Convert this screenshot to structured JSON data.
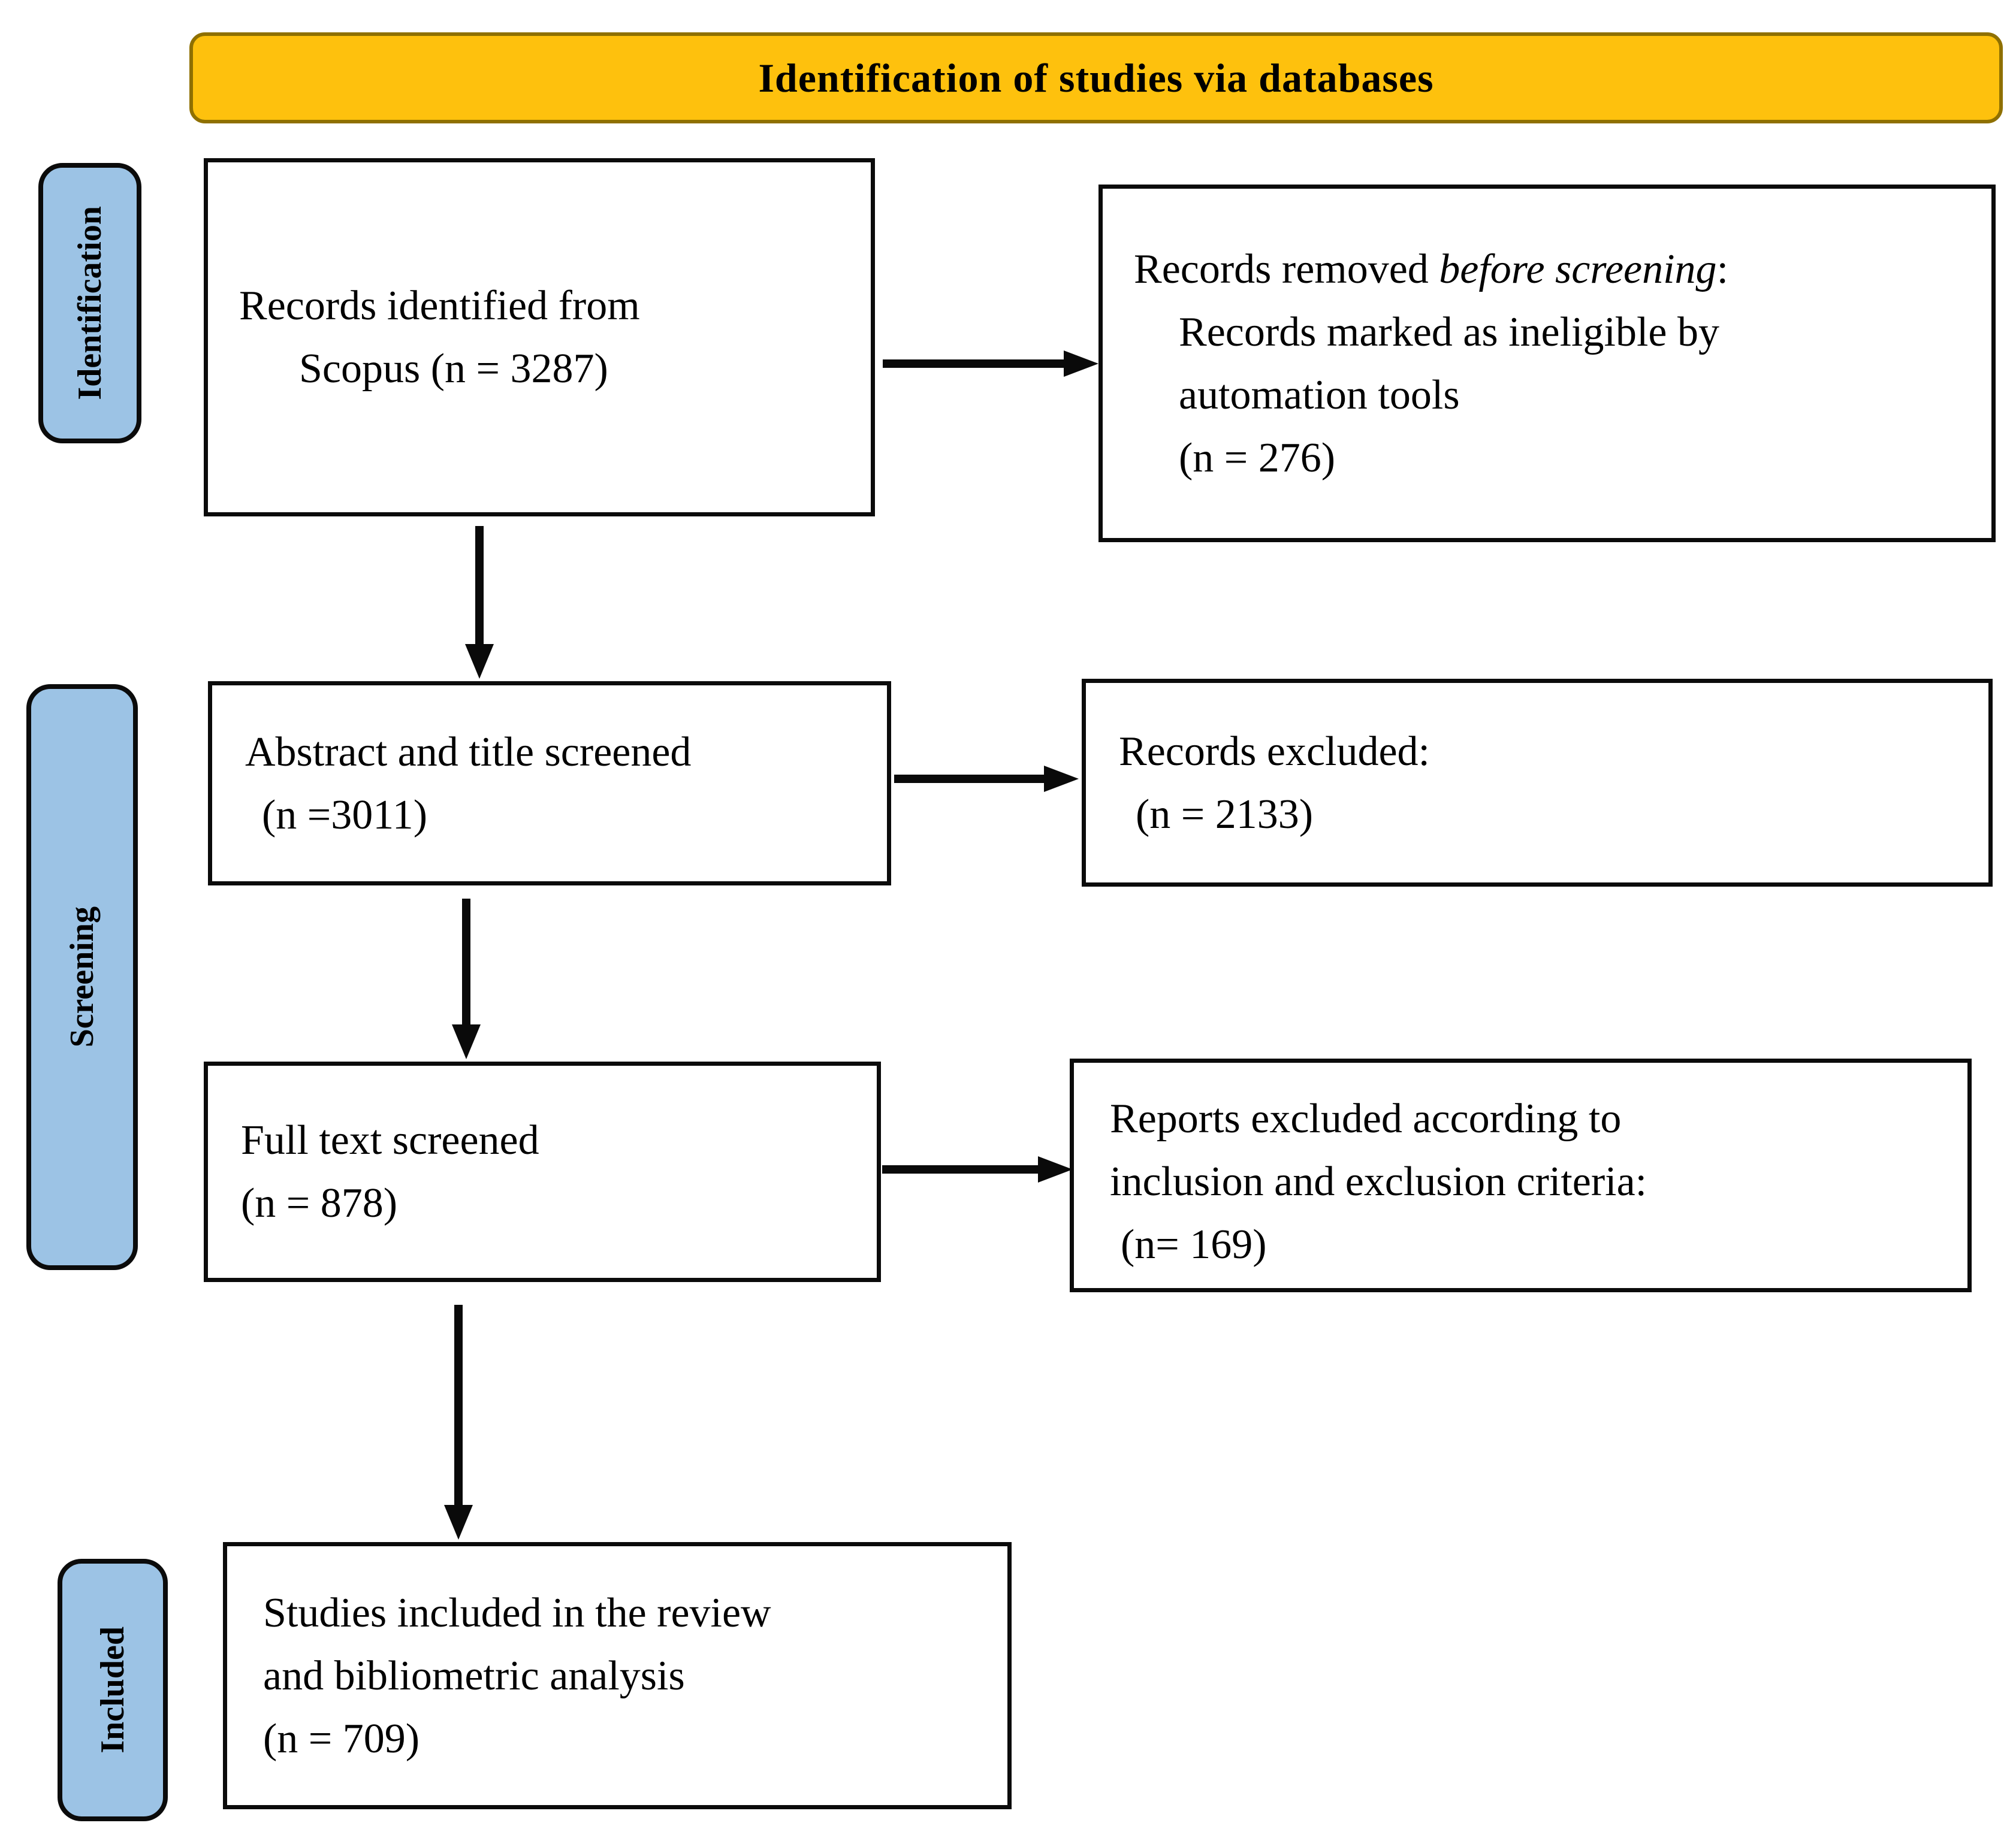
{
  "banner": {
    "title": "Identification of studies via databases"
  },
  "colors": {
    "banner_fill": "#FEC10D",
    "banner_border": "#8F7000",
    "stage_fill": "#9CC3E5",
    "line_color": "#0B0B0B"
  },
  "stages": {
    "identification": "Identification",
    "screening": "Screening",
    "included": "Included"
  },
  "boxes": {
    "identified": {
      "line1": "Records identified from",
      "line2": "Scopus (n = 3287)"
    },
    "removed": {
      "line1_prefix": "Records removed ",
      "line1_italic": "before screening",
      "line1_suffix": ":",
      "line2": "Records marked as ineligible by",
      "line3": "automation tools",
      "line4": "(n = 276)"
    },
    "abstract_screened": {
      "line1": "Abstract and title screened",
      "line2": "(n =3011)"
    },
    "records_excluded": {
      "line1": "Records excluded:",
      "line2": "(n = 2133)"
    },
    "fulltext_screened": {
      "line1": "Full text screened",
      "line2": "(n = 878)"
    },
    "reports_excluded": {
      "line1": "Reports excluded according to",
      "line2": "inclusion and exclusion criteria:",
      "line3": "(n= 169)"
    },
    "studies_included": {
      "line1": "Studies included in the review",
      "line2": "and bibliometric analysis",
      "line3": "(n = 709)"
    }
  }
}
